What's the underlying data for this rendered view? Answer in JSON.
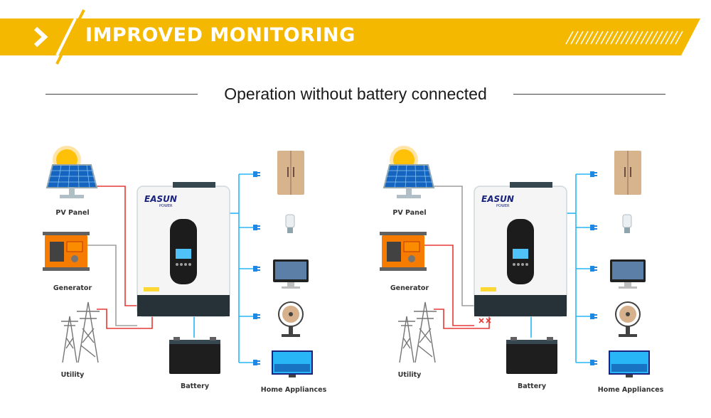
{
  "banner": {
    "title": "IMPROVED MONITORING",
    "accent": "#F5B800"
  },
  "subtitle": "Operation without battery connected",
  "diagrams": [
    {
      "labels": {
        "pv": "PV Panel",
        "generator": "Generator",
        "utility": "Utility",
        "battery": "Battery",
        "appliances": "Home Appliances"
      },
      "brand": "EASUN",
      "brand_sub": "POWER",
      "grid_disconnected": false
    },
    {
      "labels": {
        "pv": "PV Panel",
        "generator": "Generator",
        "utility": "Utility",
        "battery": "Battery",
        "appliances": "Home Appliances"
      },
      "brand": "EASUN",
      "brand_sub": "POWER",
      "grid_disconnected": true
    }
  ],
  "colors": {
    "ac_line": "#E53935",
    "dc_line": "#29B6F6",
    "gray_line": "#9E9E9E"
  },
  "icons": [
    "sun-icon",
    "solar-panel-icon",
    "generator-icon",
    "power-tower-icon",
    "battery-icon",
    "fridge-icon",
    "light-bulb-icon",
    "monitor-icon",
    "fan-icon",
    "tv-icon",
    "plug-icon",
    "disconnect-x-icon"
  ]
}
